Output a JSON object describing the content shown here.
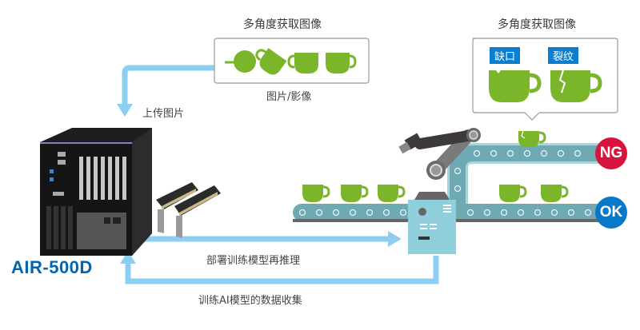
{
  "colors": {
    "arrow": "#8dcff2",
    "cup_green": "#7ab52a",
    "conveyor": "#6fa9b3",
    "conveyor_light": "#a8d4da",
    "machine": "#8fcfdc",
    "ng": "#d7143c",
    "ok": "#0a78c8",
    "product_blue": "#0066b3",
    "tag_blue": "#0a7fd0"
  },
  "capture_box": {
    "title": "多角度获取图像",
    "caption": "图片/影像",
    "icons": [
      "cup-top-view-icon",
      "cup-tilted-icon",
      "cup-side-icon",
      "cup-side-icon"
    ]
  },
  "defect_box": {
    "title": "多角度获取图像",
    "defects": [
      {
        "label": "缺口",
        "icon": "chipped-cup-icon"
      },
      {
        "label": "裂纹",
        "icon": "cracked-cup-icon"
      }
    ]
  },
  "flow": {
    "upload_label": "上传图片",
    "deploy_label": "部署训练模型再推理",
    "collect_label": "训练AI模型的数据收集"
  },
  "product": {
    "name": "AIR-500D"
  },
  "outcomes": {
    "ng": "NG",
    "ok": "OK"
  }
}
